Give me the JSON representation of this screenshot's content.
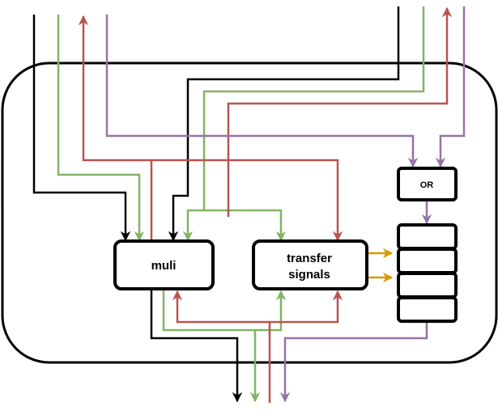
{
  "colors": {
    "black": "#000000",
    "green": "#82b366",
    "red": "#b85450",
    "purple": "#9673a6",
    "orange": "#d79b00"
  },
  "blocks": {
    "muli": {
      "label": "muli"
    },
    "transfer": {
      "label_line1": "transfer",
      "label_line2": "signals"
    },
    "or": {
      "label": "OR"
    },
    "queue": {
      "slots": 4
    }
  }
}
